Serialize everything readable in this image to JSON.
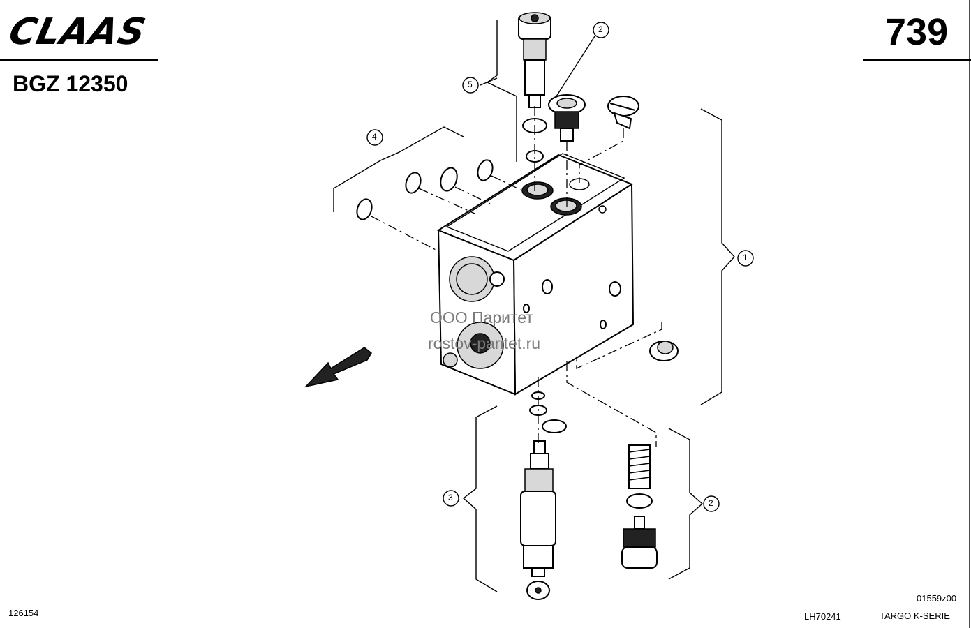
{
  "header": {
    "brand": "CLAAS",
    "drawing_code": "BGZ 12350",
    "page_number": "739"
  },
  "callouts": [
    "2",
    "5",
    "4",
    "1",
    "3",
    "2"
  ],
  "watermark": {
    "line1": "ООО Паритет",
    "line2": "rostov-paritet.ru"
  },
  "footer": {
    "left_code": "126154",
    "image_code": "01559z00",
    "ref_code": "LH70241",
    "series": "TARGO K-SERIE"
  }
}
